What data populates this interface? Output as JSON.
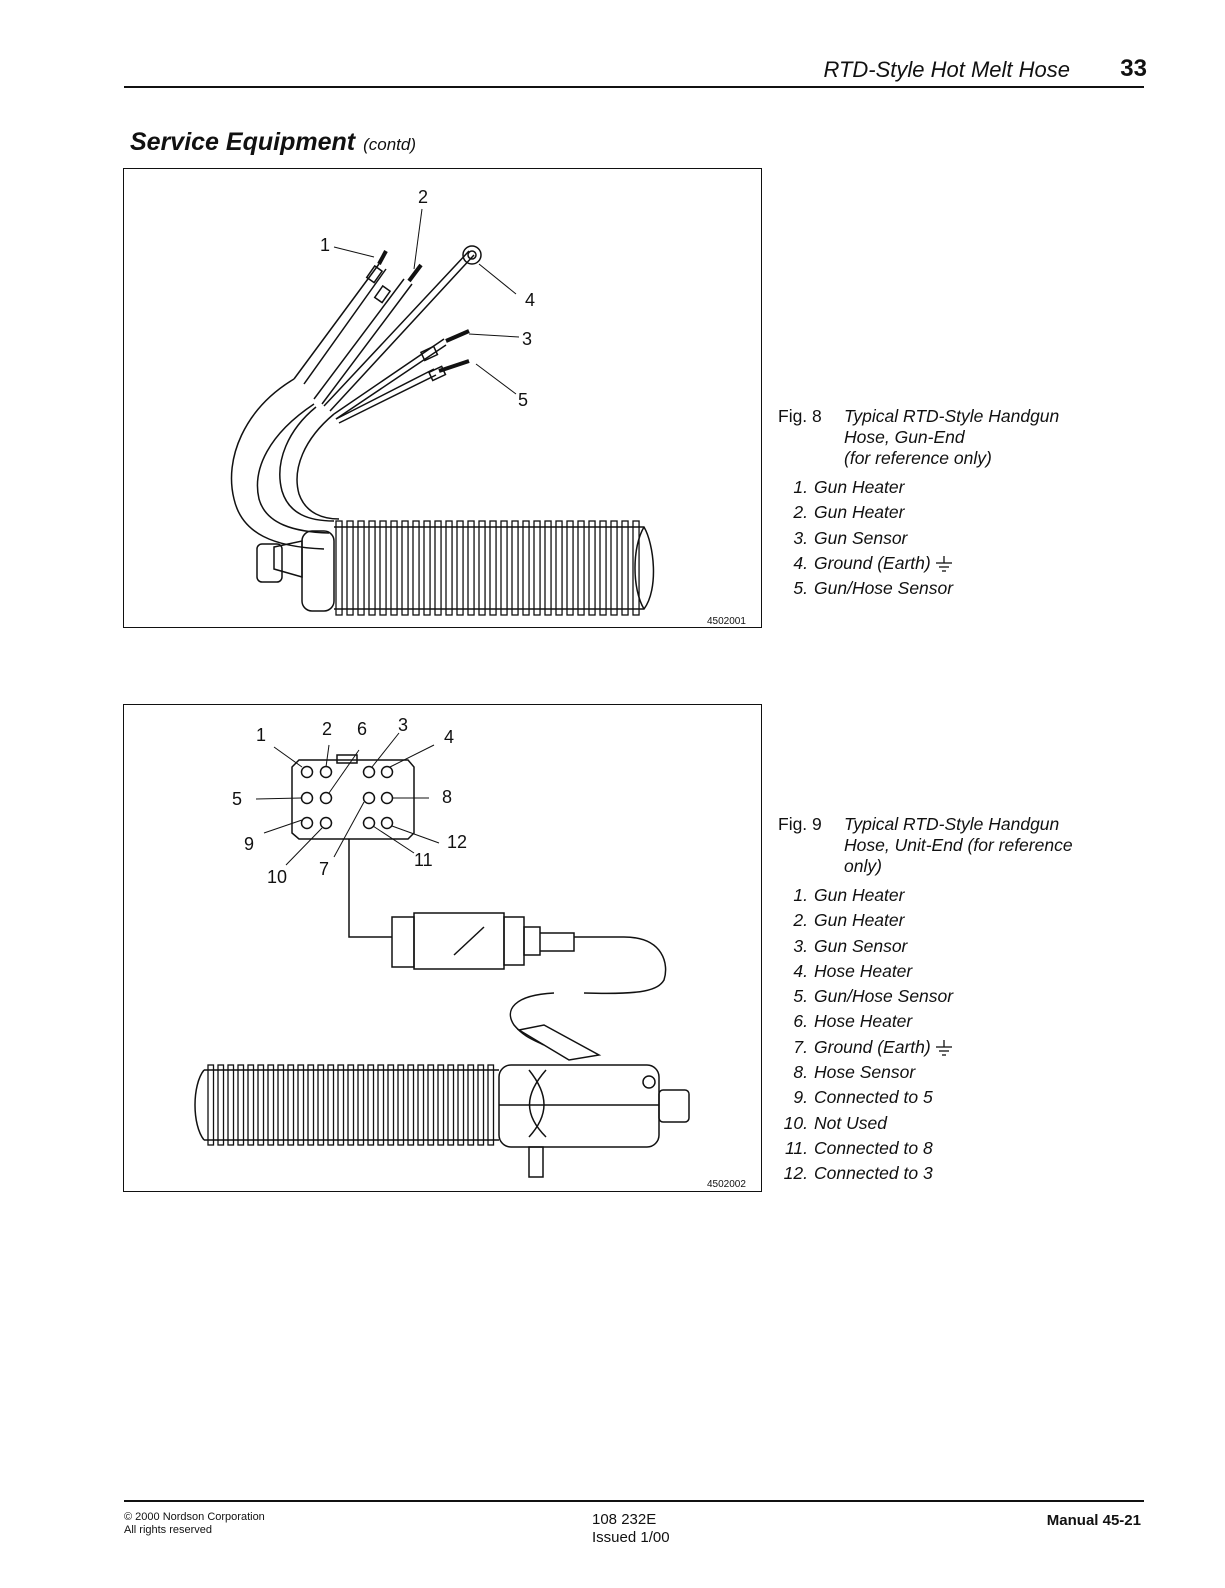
{
  "header": {
    "title": "RTD-Style Hot Melt Hose",
    "page_number": "33"
  },
  "section": {
    "title": "Service Equipment",
    "contd": "(contd)"
  },
  "figure8": {
    "art_number": "4502001",
    "callouts": [
      "1",
      "2",
      "3",
      "4",
      "5"
    ],
    "fig_label": "Fig. 8",
    "caption_lines": [
      "Typical RTD-Style Handgun",
      "Hose, Gun-End",
      "(for reference only)"
    ],
    "legend": [
      {
        "num": "1.",
        "text": "Gun Heater"
      },
      {
        "num": "2.",
        "text": "Gun Heater"
      },
      {
        "num": "3.",
        "text": "Gun Sensor"
      },
      {
        "num": "4.",
        "text": "Ground (Earth)",
        "ground_icon": "ground-symbol-icon"
      },
      {
        "num": "5.",
        "text": "Gun/Hose Sensor"
      }
    ]
  },
  "figure9": {
    "art_number": "4502002",
    "callouts": [
      "1",
      "2",
      "6",
      "3",
      "4",
      "5",
      "8",
      "9",
      "12",
      "11",
      "10",
      "7"
    ],
    "fig_label": "Fig. 9",
    "caption_lines": [
      "Typical RTD-Style Handgun",
      "Hose, Unit-End (for reference",
      "only)"
    ],
    "legend": [
      {
        "num": "1.",
        "text": "Gun Heater"
      },
      {
        "num": "2.",
        "text": "Gun Heater"
      },
      {
        "num": "3.",
        "text": "Gun Sensor"
      },
      {
        "num": "4.",
        "text": "Hose Heater"
      },
      {
        "num": "5.",
        "text": "Gun/Hose Sensor"
      },
      {
        "num": "6.",
        "text": "Hose Heater"
      },
      {
        "num": "7.",
        "text": "Ground (Earth)",
        "ground_icon": "ground-symbol-icon"
      },
      {
        "num": "8.",
        "text": "Hose Sensor"
      },
      {
        "num": "9.",
        "text": "Connected to 5"
      },
      {
        "num": "10.",
        "text": "Not Used"
      },
      {
        "num": "11.",
        "text": "Connected to 8"
      },
      {
        "num": "12.",
        "text": "Connected to 3"
      }
    ]
  },
  "footer": {
    "copyright": "© 2000 Nordson Corporation",
    "rights": "All rights reserved",
    "doc_number": "108 232E",
    "issued": "Issued 1/00",
    "manual": "Manual 45-21"
  }
}
